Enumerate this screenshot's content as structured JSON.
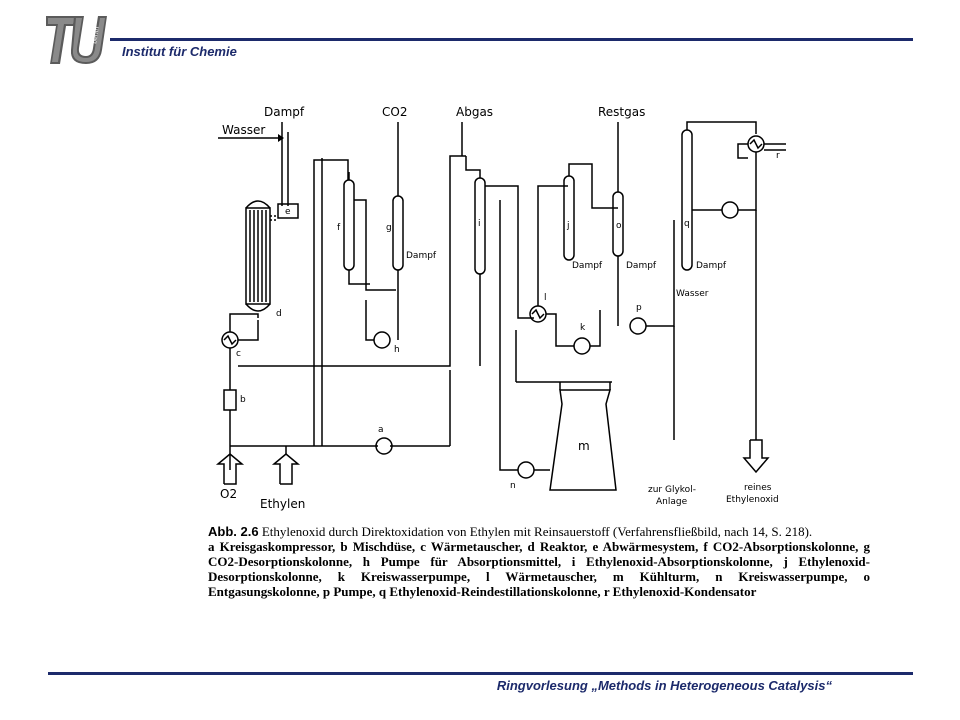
{
  "header": {
    "logo_text": "TU berlin",
    "institute": "Institut für Chemie"
  },
  "figure": {
    "labels": {
      "dampf1": "Dampf",
      "co2": "CO2",
      "abgas": "Abgas",
      "restgas": "Restgas",
      "wasser_top": "Wasser",
      "dampf_g": "Dampf",
      "dampf_j": "Dampf",
      "dampf_o": "Dampf",
      "dampf_q": "Dampf",
      "wasser_q": "Wasser",
      "o2": "O2",
      "ethylen": "Ethylen",
      "glykol": "zur Glykol-",
      "anlage": "Anlage",
      "reines": "reines",
      "ethylenoxid": "Ethylenoxid"
    },
    "units": {
      "a": "a",
      "b": "b",
      "c": "c",
      "d": "d",
      "e": "e",
      "f": "f",
      "g": "g",
      "h": "h",
      "i": "i",
      "j": "j",
      "k": "k",
      "l": "l",
      "m": "m",
      "n": "n",
      "o": "o",
      "p": "p",
      "q": "q",
      "r": "r"
    }
  },
  "caption": {
    "fig_no": "Abb. 2.6",
    "title": " Ethylenoxid durch Direktoxidation von Ethylen mit Reinsauerstoff (Verfahrensfließbild, nach 14, S. 218).",
    "legend": "a Kreisgaskompressor, b Mischdüse, c Wärmetauscher, d Reaktor, e Abwärmesystem, f CO2-Absorptionskolonne, g CO2-Desorptionskolonne, h Pumpe für Absorptionsmittel, i Ethylenoxid-Absorptionskolonne, j Ethylenoxid-Desorptionskolonne, k Kreiswasserpumpe, l Wärmetauscher, m Kühlturm, n Kreiswasserpumpe, o Entgasungskolonne, p Pumpe, q Ethylenoxid-Reindestillationskolonne, r Ethylenoxid-Kondensator"
  },
  "footer": {
    "text": "Ringvorlesung „Methods in Heterogeneous Catalysis“"
  }
}
